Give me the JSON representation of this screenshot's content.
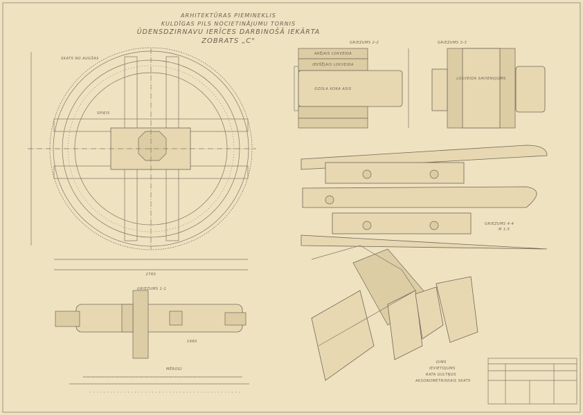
{
  "title": {
    "line1": "ARHITEKTŪRAS PIEMINEKLIS",
    "line2": "KULDĪGAS PILS NOCIETINĀJUMU TORNIS",
    "line3": "ŪDENSDZIRNAVU IERĪCES DARBINOŠĀ IEKĀRTA",
    "line4": "ZOBRATS „C\""
  },
  "views": {
    "top_view": "SKATS NO AUGŠAS",
    "section_2": "GRIEZUMS 2-2",
    "section_3": "GRIEZUMS 3-3",
    "section_1": "GRIEZUMS 1-1",
    "section_4": "GRIEZUMS 4-4",
    "section_4_scale": "M 1:5",
    "scales": "MĒROGI",
    "axo_1": "DIMS",
    "axo_2": "IEVIETOJUMS",
    "axo_3": "RATA GULTŅOS",
    "axo_4": "AKSONOMETRISKAIS SKATS"
  },
  "section_labels": {
    "shaft": "OZOLA KOKA ASIS",
    "note_2a": "ARĒJAIS LOKVEIDA",
    "note_2b": "IEKŠĒJAIS LOKVEIDA",
    "spoke": "SPIĶIS",
    "section3_center": "LOKVEIDA SAVIENOJUMS"
  },
  "dimensions": {
    "overall_diameter": "2760",
    "shaft_length": "1960"
  },
  "colors": {
    "paper": "#efe2c0",
    "ink": "#6f6757"
  }
}
